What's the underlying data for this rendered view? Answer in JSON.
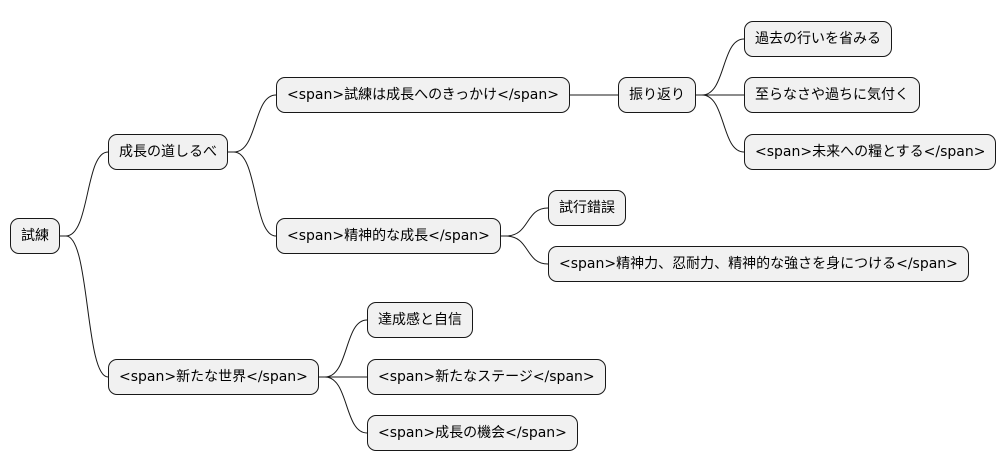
{
  "root": "試練",
  "branch_a": {
    "label": "成長の道しるべ",
    "trigger": {
      "label": "<span>試練は成長へのきっかけ</span>",
      "reflection": {
        "label": "振り返り",
        "items": [
          "過去の行いを省みる",
          "至らなさや過ちに気付く",
          "<span>未来への糧とする</span>"
        ]
      }
    },
    "spiritual": {
      "label": "<span>精神的な成長</span>",
      "items": [
        "試行錯誤",
        "<span>精神力、忍耐力、精神的な強さを身につける</span>"
      ]
    }
  },
  "branch_b": {
    "label": "<span>新たな世界</span>",
    "items": [
      "達成感と自信",
      "<span>新たなステージ</span>",
      "<span>成長の機会</span>"
    ]
  }
}
